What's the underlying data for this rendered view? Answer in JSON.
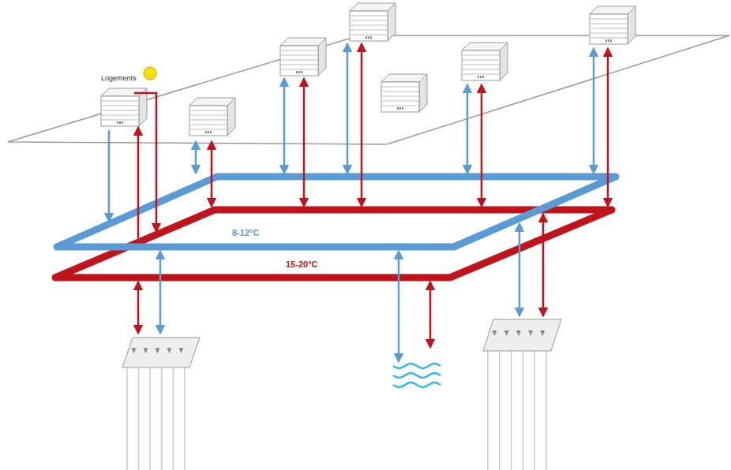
{
  "diagram": {
    "labels": [
      "Logements",
      "8-12°C",
      "15-20°C"
    ]
  }
}
